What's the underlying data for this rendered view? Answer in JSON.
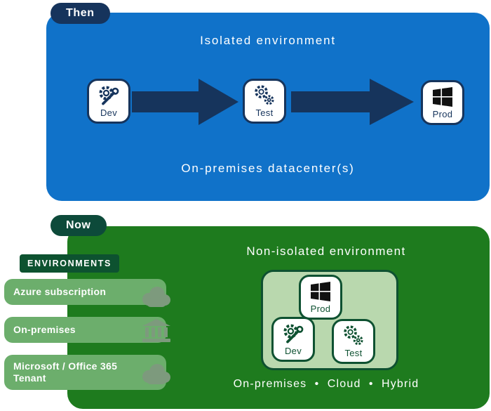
{
  "then": {
    "badge": "Then",
    "title": "Isolated environment",
    "footer": "On-premises datacenter(s)",
    "nodes": [
      {
        "label": "Dev",
        "icon": "gear-wrench-icon"
      },
      {
        "label": "Test",
        "icon": "gears-icon"
      },
      {
        "label": "Prod",
        "icon": "windows-logo-icon"
      }
    ],
    "colors": {
      "panel": "#1072c9",
      "accent": "#16345c"
    }
  },
  "now": {
    "badge": "Now",
    "title": "Non-isolated environment",
    "footer": "On-premises  •  Cloud  •  Hybrid",
    "environments": {
      "header": "ENVIRONMENTS",
      "rows": [
        {
          "label": "Azure subscription",
          "icon": "cloud-icon"
        },
        {
          "label": "On-premises",
          "icon": "building-icon"
        },
        {
          "label": "Microsoft / Office 365 Tenant",
          "icon": "cloud-icon"
        }
      ]
    },
    "nodes": [
      {
        "label": "Prod",
        "icon": "windows-logo-icon"
      },
      {
        "label": "Dev",
        "icon": "gear-wrench-icon"
      },
      {
        "label": "Test",
        "icon": "gears-icon"
      }
    ],
    "colors": {
      "panel": "#1e7b1e",
      "accent": "#0e5131",
      "badge": "#0d4a3a",
      "row": "#6cae6c",
      "cluster_bg": "#b9d8ae",
      "muted_icon": "#7d9a7d"
    }
  }
}
